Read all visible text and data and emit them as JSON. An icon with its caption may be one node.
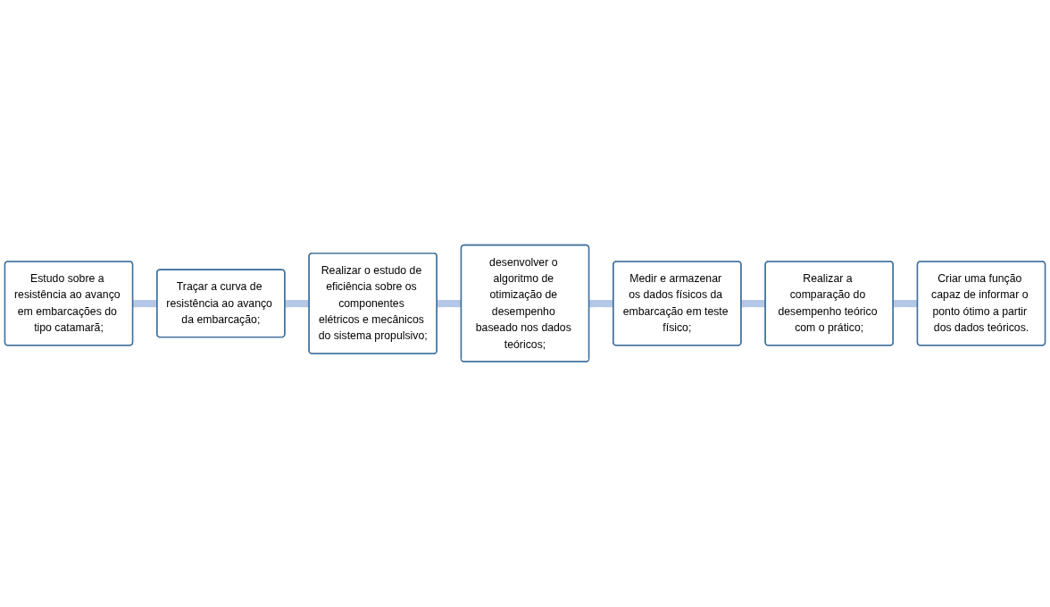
{
  "diagram": {
    "nodes": [
      {
        "text": [
          "Estudo sobre a resistência ao avanço em embarcações do tipo catamarã;"
        ]
      },
      {
        "text": [
          "Traçar a curva de resistência ao avanço da embarcação;"
        ]
      },
      {
        "text": [
          "Realizar o estudo de eficiência sobre os componentes elétricos e mecânicos do sistema propulsivo;"
        ]
      },
      {
        "text": [
          "desenvolver o algoritmo de otimização de desempenho baseado nos dados teóricos;"
        ]
      },
      {
        "text": [
          "Medir e armazenar os dados físicos da embarcação em teste físico;"
        ]
      },
      {
        "text": [
          "Realizar a comparação do desempenho teórico com o prático;"
        ]
      },
      {
        "text": [
          "Criar uma função capaz de informar o ponto ótimo a partir dos dados teóricos."
        ]
      }
    ],
    "edges": [
      {
        "from": 0,
        "to": 1,
        "arrow": "none"
      },
      {
        "from": 1,
        "to": 2,
        "arrow": "none"
      },
      {
        "from": 2,
        "to": 3,
        "arrow": "none"
      },
      {
        "from": 3,
        "to": 4,
        "arrow": "none"
      },
      {
        "from": 4,
        "to": 5,
        "arrow": "none"
      },
      {
        "from": 5,
        "to": 6,
        "arrow": "none"
      }
    ]
  }
}
